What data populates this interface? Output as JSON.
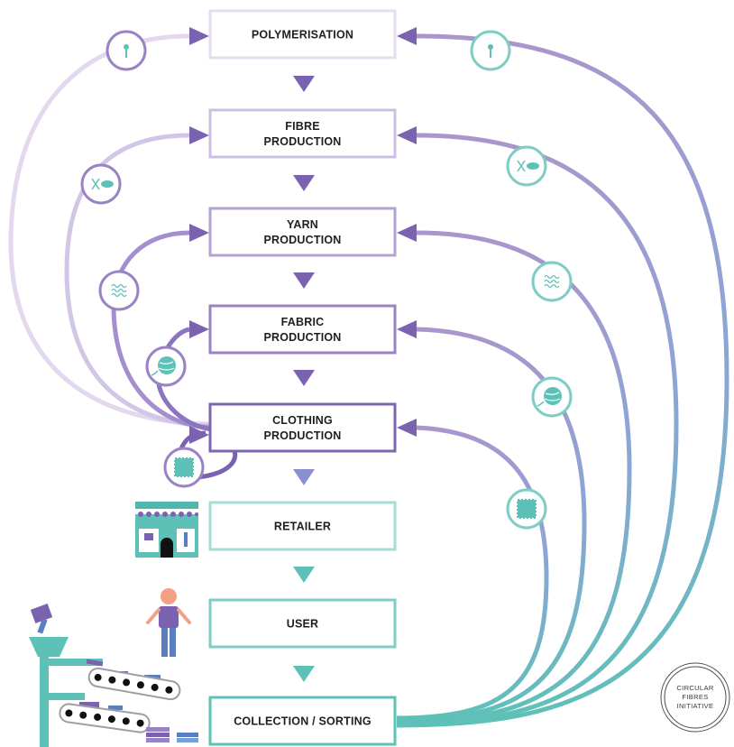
{
  "stages": [
    {
      "id": "polymerisation",
      "lines": [
        "POLYMERISATION"
      ],
      "border": "#e6dcef"
    },
    {
      "id": "fibre",
      "lines": [
        "FIBRE",
        "PRODUCTION"
      ],
      "border": "#cdbfe2"
    },
    {
      "id": "yarn",
      "lines": [
        "YARN",
        "PRODUCTION"
      ],
      "border": "#b4a2d4"
    },
    {
      "id": "fabric",
      "lines": [
        "FABRIC",
        "PRODUCTION"
      ],
      "border": "#9a83c5"
    },
    {
      "id": "clothing",
      "lines": [
        "CLOTHING",
        "PRODUCTION"
      ],
      "border": "#7f64b3"
    },
    {
      "id": "retailer",
      "lines": [
        "RETAILER"
      ],
      "border": "#a4dcd6"
    },
    {
      "id": "user",
      "lines": [
        "USER"
      ],
      "border": "#7fcdc4"
    },
    {
      "id": "collection",
      "lines": [
        "COLLECTION / SORTING"
      ],
      "border": "#5ec1b8"
    }
  ],
  "loop_icons": [
    {
      "name": "polymer-icon",
      "glyph": "pin"
    },
    {
      "name": "fibre-icon",
      "glyph": "fibre"
    },
    {
      "name": "yarn-icon",
      "glyph": "wave"
    },
    {
      "name": "fabric-icon",
      "glyph": "ball"
    },
    {
      "name": "clothing-icon",
      "glyph": "cloth"
    }
  ],
  "logo": {
    "lines": [
      "CIRCULAR",
      "FIBRES",
      "INITIATIVE"
    ]
  },
  "colors": {
    "purple_dark": "#7b62b0",
    "purple_light": "#e6dcef",
    "teal": "#5ec1b8",
    "teal_dark": "#4fb8ae",
    "user_skin": "#f2a184",
    "user_shirt": "#7b62b0",
    "user_trousers": "#5a7fc0"
  }
}
